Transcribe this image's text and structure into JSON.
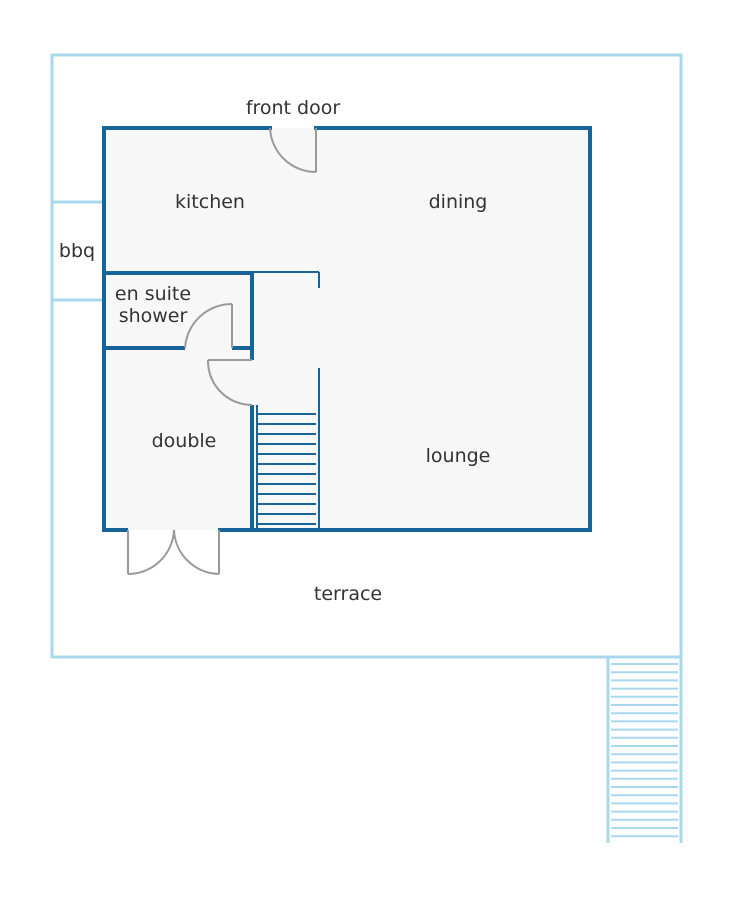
{
  "colors": {
    "background": "#ffffff",
    "outer_boundary": "#a8d8ee",
    "house_wall": "#17649a",
    "house_floor": "#f7f7f7",
    "door_swing": "#9a9a9a",
    "stairs_indoor": "#17649a",
    "stairs_outdoor": "#a8d8ee",
    "label_text": "#333333"
  },
  "labels": {
    "front_door": "front door",
    "kitchen": "kitchen",
    "dining": "dining",
    "bbq": "bbq",
    "en_suite_line1": "en suite",
    "en_suite_line2": "shower",
    "double": "double",
    "lounge": "lounge",
    "terrace": "terrace"
  },
  "icons": {
    "door_swing": "door-swing-icon",
    "stairs": "stairs-icon"
  }
}
